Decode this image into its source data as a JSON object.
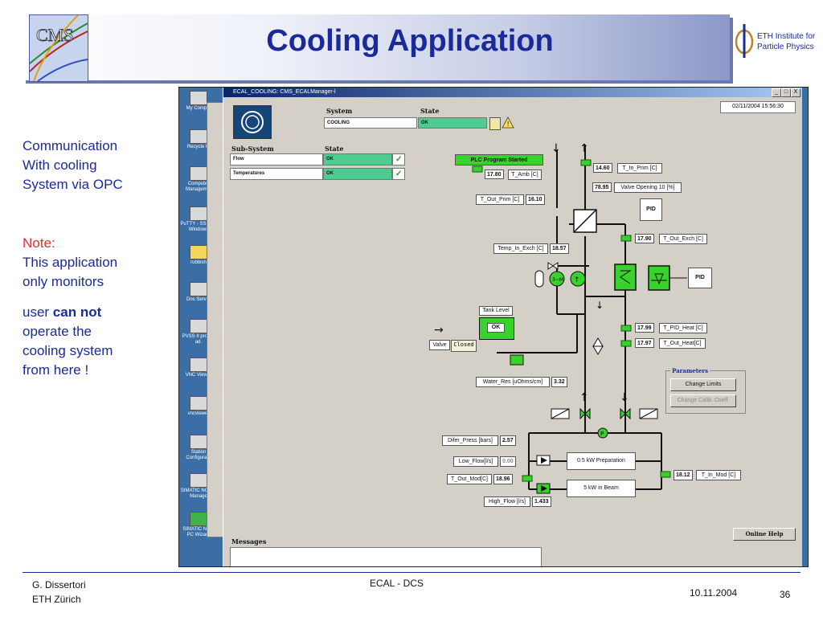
{
  "header": {
    "title": "Cooling Application",
    "cms_logo_text": "CMS",
    "eth_text_1": "ETH Institute for",
    "eth_text_2": "Particle Physics"
  },
  "notes": {
    "communication": [
      "Communication",
      "With cooling",
      "System via OPC"
    ],
    "note_label": "Note:",
    "note_lines": [
      "This application",
      "only monitors"
    ],
    "user_prefix": "user ",
    "user_emph": "can not",
    "user_rest": [
      "operate the",
      "cooling system",
      "from here !"
    ]
  },
  "desktop": {
    "icons": [
      "My Comput",
      "Recycle Bi",
      "Computer Managemer",
      "PuTTY - SSH for Windows",
      "rubbish",
      "Dns Server",
      "PVSS II project ad.",
      "VNC Viewer",
      "vncviewer",
      "Station Configurato",
      "SIMATIC NC PC Manage",
      "SIMATIC NCM PC Wizard"
    ]
  },
  "app": {
    "window_title": "ECAL_COOLING: CMS_ECALManager-l",
    "minimize": "_",
    "maximize": "□",
    "close": "X",
    "datetime": "02/11/2004 15:56:30",
    "headers": {
      "system": "System",
      "state": "State",
      "subsystem": "Sub-System",
      "state2": "State",
      "messages": "Messages"
    },
    "system_row": {
      "name": "COOLING",
      "state": "OK"
    },
    "subsystems": [
      {
        "name": "Flow",
        "state": "OK",
        "check": "✓"
      },
      {
        "name": "Temperatures",
        "state": "OK",
        "check": "✓"
      }
    ],
    "plc": "PLC Program Started",
    "pid": "PID",
    "tank": {
      "label": "Tank Level",
      "value": "OK"
    },
    "valve": {
      "label": "Valve",
      "value": "Closed"
    },
    "readings": {
      "t_in_prim": {
        "label": "T_In_Prim [C]",
        "value": "14.60"
      },
      "t_amb": {
        "label": "T_Amb [C]",
        "value": "17.80"
      },
      "valve_opening": {
        "label": "Valve Opening 10 [%]",
        "value": "78.95"
      },
      "t_out_prim": {
        "label": "T_Out_Prim [C]",
        "value": "16.10"
      },
      "t_out_exch": {
        "label": "T_Out_Exch [C]",
        "value": "17.90"
      },
      "temp_in_exch": {
        "label": "Temp_In_Exch [C]",
        "value": "18.57"
      },
      "t_pid_heat": {
        "label": "T_PID_Heat [C]",
        "value": "17.99"
      },
      "t_out_heat": {
        "label": "T_Out_Heat[C]",
        "value": "17.97"
      },
      "water_res": {
        "label": "Water_Res [uOhms/cm]",
        "value": "3.32"
      },
      "difer_press": {
        "label": "Difer_Press [bars]",
        "value": "2.57"
      },
      "low_flow": {
        "label": "Low_Flow[l/s]",
        "value": "0.00"
      },
      "t_out_mod": {
        "label": "T_Out_Mod[C]",
        "value": "18.96"
      },
      "high_flow": {
        "label": "High_Flow [l/s]",
        "value": "1.433"
      },
      "t_in_mod": {
        "label": "T_In_Mod [C]",
        "value": "18.12"
      }
    },
    "prep_label": "0.5 kW Preparation",
    "beam_label": "5 kW in Beam",
    "pump_label": "P",
    "motor_label": "3~M",
    "parameters": {
      "title": "Parameters",
      "change_limits": "Change Limits",
      "change_calib": "Change Calib. Coeff."
    },
    "online_help": "Online Help"
  },
  "footer": {
    "author": "G. Dissertori",
    "institute": "ETH Zürich",
    "center": "ECAL - DCS",
    "date": "10.11.2004",
    "page": "36"
  }
}
